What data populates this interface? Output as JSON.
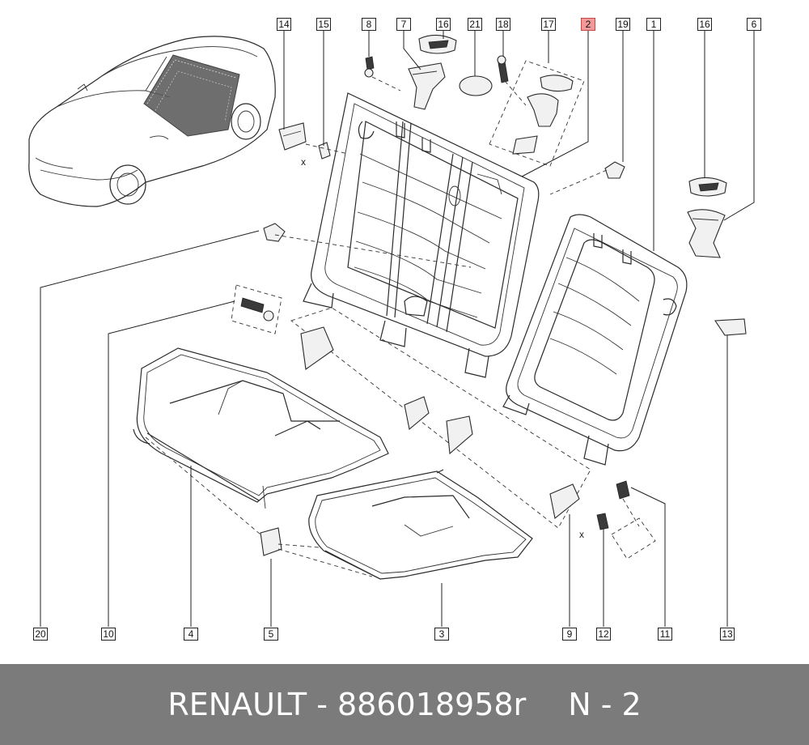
{
  "callouts": {
    "c14": "14",
    "c15": "15",
    "c8": "8",
    "c7": "7",
    "c16a": "16",
    "c21": "21",
    "c18": "18",
    "c17": "17",
    "c2": "2",
    "c19": "19",
    "c1": "1",
    "c16b": "16",
    "c6": "6",
    "c20": "20",
    "c10": "10",
    "c4": "4",
    "c5": "5",
    "c3": "3",
    "c9": "9",
    "c12": "12",
    "c11": "11",
    "c13": "13"
  },
  "highlight_callout": "2",
  "markers": {
    "x1": "x",
    "x2": "x"
  },
  "footer": {
    "part_ref": "RENAULT - 886018958r",
    "diagram_ref": "N - 2"
  },
  "colors": {
    "highlight": "#f29a9a",
    "footer_bg": "#7b7b7b",
    "footer_text": "#ffffff"
  }
}
